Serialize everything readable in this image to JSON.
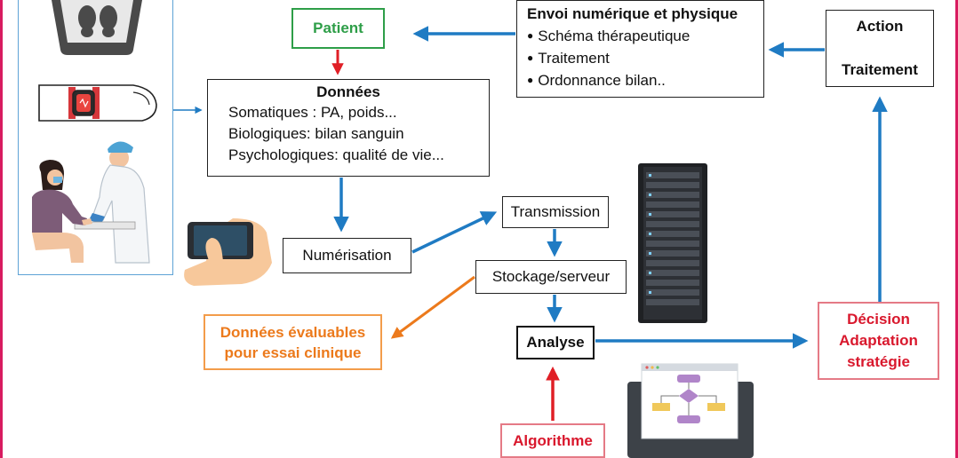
{
  "colors": {
    "frame": "#d81b60",
    "arrow_blue": "#1f7bc3",
    "arrow_red": "#e01f26",
    "arrow_orange": "#ec7a1c",
    "green": "#2e9e48",
    "panel_border": "#5ea3d6"
  },
  "patient": {
    "label": "Patient"
  },
  "donnees": {
    "title": "Données",
    "lines": [
      "Somatiques : PA, poids...",
      "Biologiques: bilan sanguin",
      "Psychologiques: qualité de vie..."
    ]
  },
  "envoi": {
    "title": "Envoi numérique et physique",
    "items": [
      "Schéma thérapeutique",
      "Traitement",
      "Ordonnance bilan.."
    ]
  },
  "action": {
    "line1": "Action",
    "line2": "Traitement"
  },
  "numerisation": {
    "label": "Numérisation"
  },
  "transmission": {
    "label": "Transmission"
  },
  "stockage": {
    "label": "Stockage/serveur"
  },
  "analyse": {
    "label": "Analyse"
  },
  "evaluables": {
    "line1": "Données évaluables",
    "line2": "pour essai clinique"
  },
  "decision": {
    "line1": "Décision",
    "line2": "Adaptation",
    "line3": "stratégie"
  },
  "algorithme": {
    "label": "Algorithme"
  },
  "icons": [
    "scale-icon",
    "smartwatch-icon",
    "blood-test-illustration",
    "smartphone-hand-icon",
    "server-rack-icon",
    "laptop-flowchart-icon"
  ]
}
